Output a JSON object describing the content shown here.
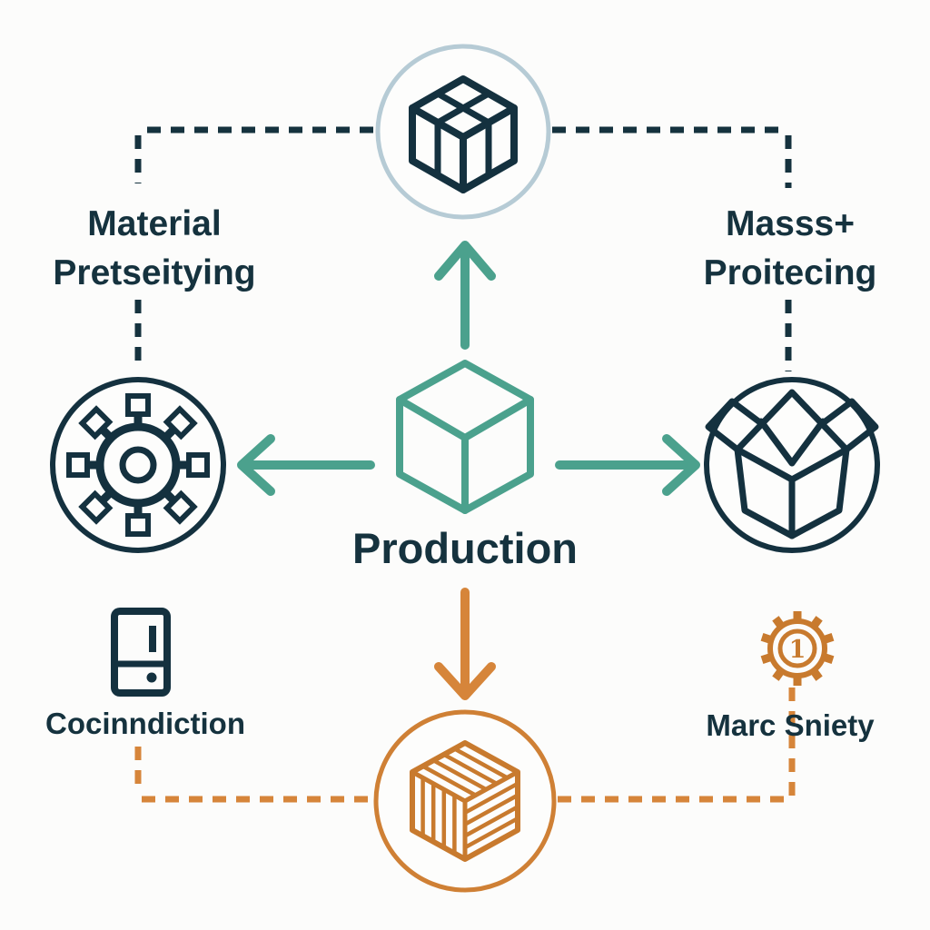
{
  "diagram": {
    "center": {
      "label": "Production",
      "icon": "cube-outline-icon"
    },
    "nodes": {
      "top": {
        "icon": "modular-cube-icon"
      },
      "left": {
        "icon": "gear-icon",
        "label_line1": "Material",
        "label_line2": "Pretseitying"
      },
      "right": {
        "icon": "open-box-icon",
        "label_line1": "Masss+",
        "label_line2": "Proitecing"
      },
      "bottom": {
        "icon": "striped-container-icon"
      },
      "bottom_left": {
        "icon": "server-device-icon",
        "label": "Cocinndiction"
      },
      "bottom_right": {
        "icon": "gear-badge-icon",
        "badge": "1",
        "label": "Marc Sniety"
      }
    },
    "colors": {
      "navy": "#15323e",
      "teal": "#4ba18d",
      "orange": "#d6853a",
      "orange_dark": "#c87a2e",
      "light_blue_ring": "#b6cbd5",
      "background": "#fcfcfb"
    }
  }
}
